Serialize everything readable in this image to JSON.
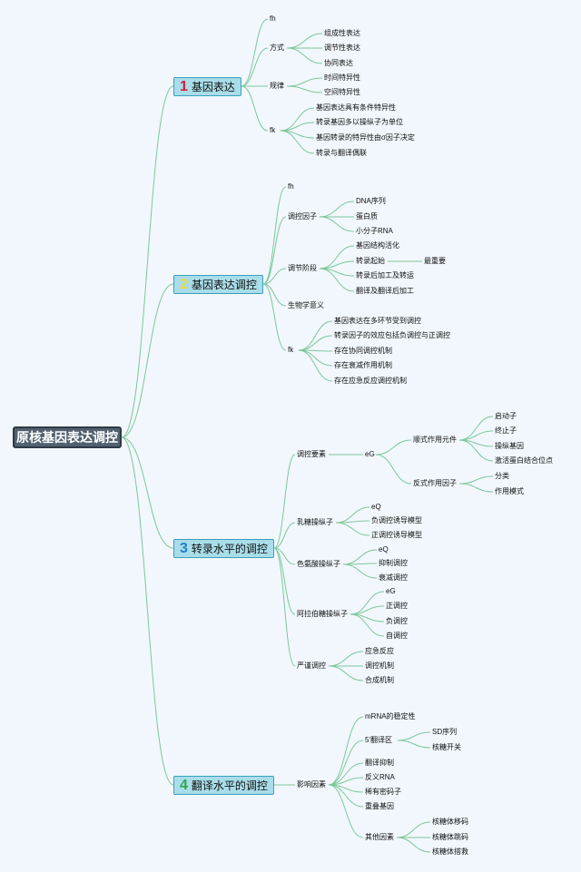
{
  "title": "原核基因表达调控",
  "branches": [
    {
      "num": "1",
      "num_color": "#d81e3c",
      "label": "基因表达",
      "children": [
        {
          "label": "fh"
        },
        {
          "label": "方式",
          "children": [
            {
              "label": "组成性表达"
            },
            {
              "label": "调节性表达"
            },
            {
              "label": "协同表达"
            }
          ]
        },
        {
          "label": "规律",
          "children": [
            {
              "label": "时间特异性"
            },
            {
              "label": "空间特异性"
            }
          ]
        },
        {
          "label": "fk",
          "children": [
            {
              "label": "基因表达具有条件特异性"
            },
            {
              "label": "转录基因多以操纵子为单位"
            },
            {
              "label": "基因转录的特异性由σ因子决定"
            },
            {
              "label": "转录与翻译偶联"
            }
          ]
        }
      ]
    },
    {
      "num": "2",
      "num_color": "#e9d84a",
      "label": "基因表达调控",
      "children": [
        {
          "label": "fh"
        },
        {
          "label": "调控因子",
          "children": [
            {
              "label": "DNA序列"
            },
            {
              "label": "蛋白质"
            },
            {
              "label": "小分子RNA"
            }
          ]
        },
        {
          "label": "调节阶段",
          "children": [
            {
              "label": "基因结构活化"
            },
            {
              "label": "转录起始",
              "children": [
                {
                  "label": "最重要"
                }
              ]
            },
            {
              "label": "转录后加工及转运"
            },
            {
              "label": "翻译及翻译后加工"
            }
          ]
        },
        {
          "label": "生物学意义"
        },
        {
          "label": "fk",
          "children": [
            {
              "label": "基因表达在多环节受到调控"
            },
            {
              "label": "转录因子的效应包括负调控与正调控"
            },
            {
              "label": "存在协同调控机制"
            },
            {
              "label": "存在衰减作用机制"
            },
            {
              "label": "存在应急反应调控机制"
            }
          ]
        }
      ]
    },
    {
      "num": "3",
      "num_color": "#1f7fd1",
      "label": "转录水平的调控",
      "children": [
        {
          "label": "调控要素",
          "children": [
            {
              "label": "eG",
              "children": [
                {
                  "label": "顺式作用元件",
                  "children": [
                    {
                      "label": "启动子"
                    },
                    {
                      "label": "终止子"
                    },
                    {
                      "label": "操纵基因"
                    },
                    {
                      "label": "激活蛋白结合位点"
                    }
                  ]
                },
                {
                  "label": "反式作用因子",
                  "children": [
                    {
                      "label": "分类"
                    },
                    {
                      "label": "作用模式"
                    }
                  ]
                }
              ]
            }
          ]
        },
        {
          "label": "乳糖操纵子",
          "children": [
            {
              "label": "eQ"
            },
            {
              "label": "负调控诱导模型"
            },
            {
              "label": "正调控诱导模型"
            }
          ]
        },
        {
          "label": "色氨酸操纵子",
          "children": [
            {
              "label": "eQ"
            },
            {
              "label": "抑制调控"
            },
            {
              "label": "衰减调控"
            }
          ]
        },
        {
          "label": "阿拉伯糖操纵子",
          "children": [
            {
              "label": "eG"
            },
            {
              "label": "正调控"
            },
            {
              "label": "负调控"
            },
            {
              "label": "自调控"
            }
          ]
        },
        {
          "label": "严谨调控",
          "children": [
            {
              "label": "应急反应"
            },
            {
              "label": "调控机制"
            },
            {
              "label": "合成机制"
            }
          ]
        }
      ]
    },
    {
      "num": "4",
      "num_color": "#2ea84c",
      "label": "翻译水平的调控",
      "children": [
        {
          "label": "影响因素",
          "children": [
            {
              "label": "mRNA的稳定性"
            },
            {
              "label": "5'翻译区",
              "children": [
                {
                  "label": "SD序列"
                },
                {
                  "label": "核糖开关"
                }
              ]
            },
            {
              "label": "翻译抑制"
            },
            {
              "label": "反义RNA"
            },
            {
              "label": "稀有密码子"
            },
            {
              "label": "重叠基因"
            },
            {
              "label": "其他因素",
              "children": [
                {
                  "label": "核糖体移码"
                },
                {
                  "label": "核糖体跳码"
                },
                {
                  "label": "核糖体搭救"
                }
              ]
            }
          ]
        }
      ]
    }
  ],
  "colors": {
    "line": "#7ec79a",
    "branch_fill": "#a9dde9",
    "branch_border": "#3aa0bd",
    "root_fill": "#51616f"
  }
}
